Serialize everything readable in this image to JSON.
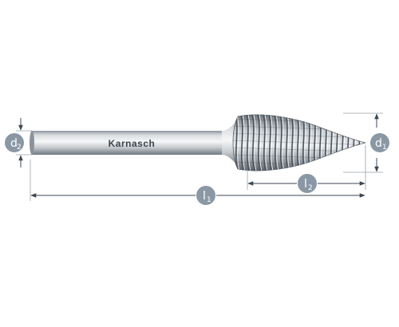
{
  "brand": {
    "name": "Karnasch"
  },
  "dimensions": {
    "d1": {
      "letter": "d",
      "sub": "1"
    },
    "d2": {
      "letter": "d",
      "sub": "2"
    },
    "l1": {
      "letter": "l",
      "sub": "1"
    },
    "l2": {
      "letter": "l",
      "sub": "2"
    }
  },
  "colors": {
    "badge": "#8a97a4",
    "dimension_line": "#3c4650",
    "steel_dark": "#7d858d",
    "steel_light": "#f2f4f6"
  }
}
